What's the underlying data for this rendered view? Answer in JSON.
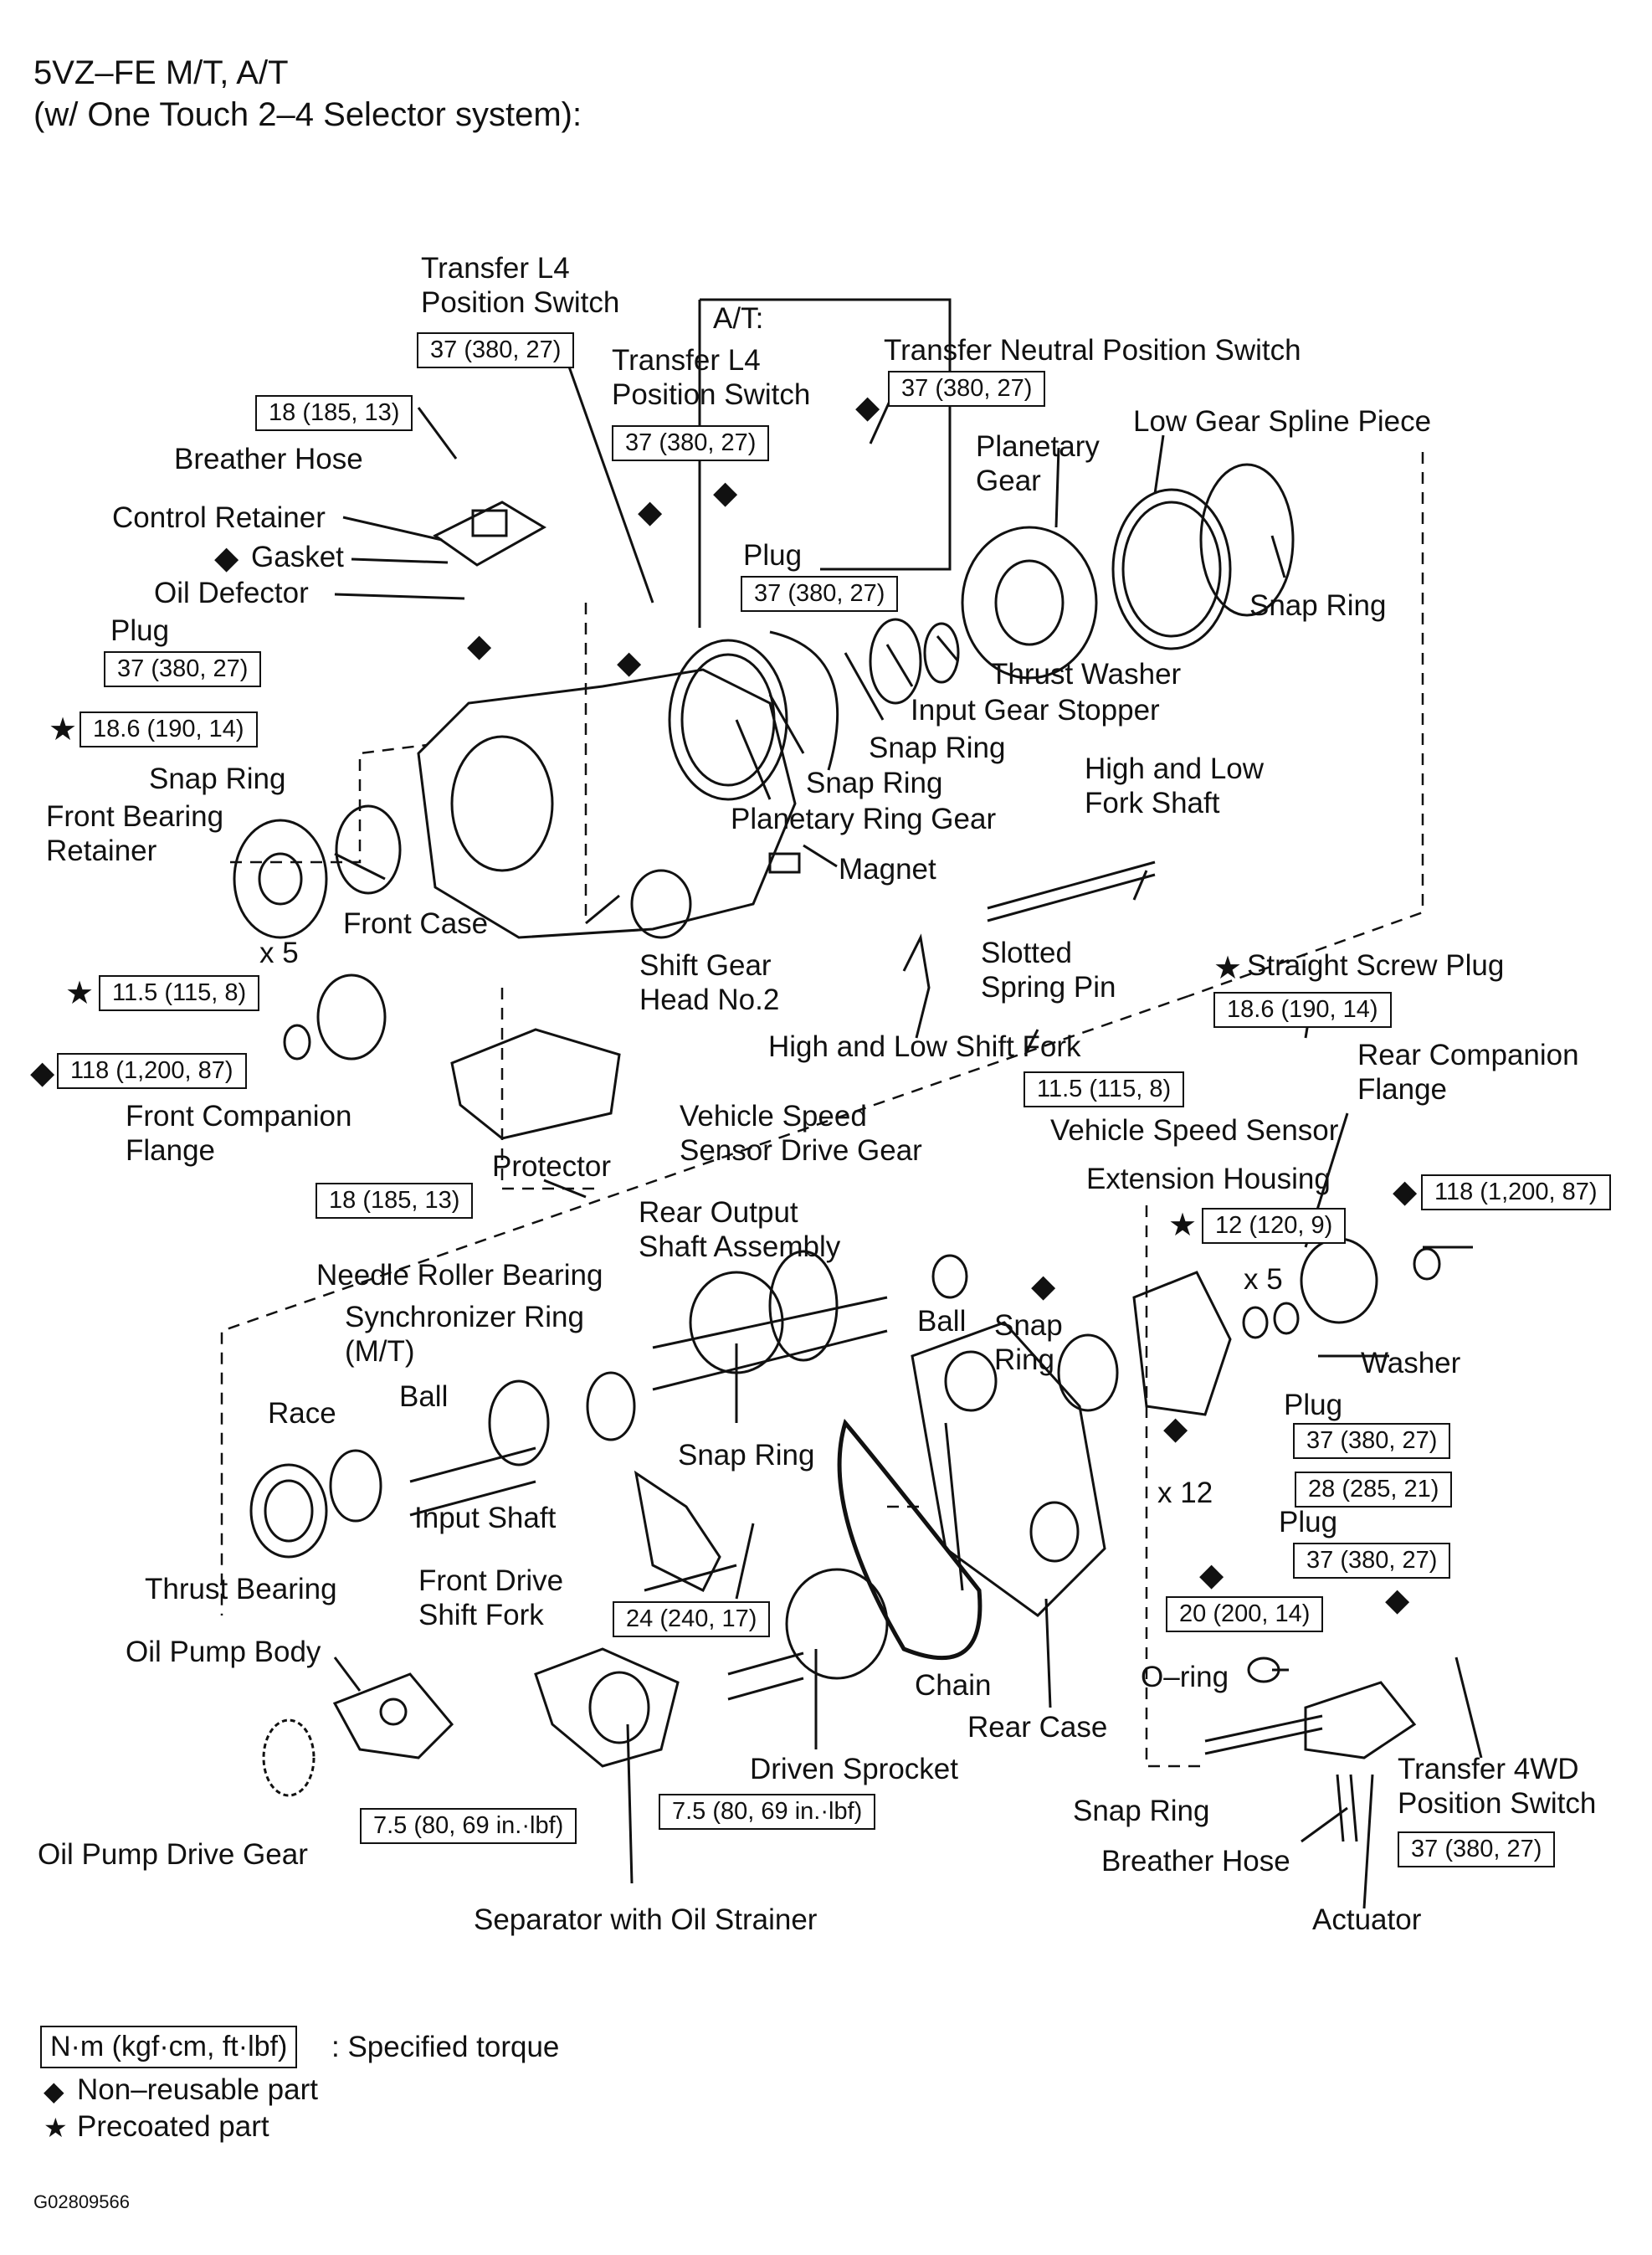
{
  "header": {
    "line1": "5VZ–FE M/T, A/T",
    "line2": "(w/ One Touch 2–4 Selector system):"
  },
  "at_group_title": "A/T:",
  "labels": {
    "transfer_l4_switch": "Transfer L4\nPosition Switch",
    "transfer_l4_switch_at": "Transfer L4\nPosition Switch",
    "transfer_neutral_switch": "Transfer Neutral Position Switch",
    "breather_hose_top": "Breather Hose",
    "control_retainer": "Control Retainer",
    "gasket": "Gasket",
    "oil_defector": "Oil Defector",
    "plug_left": "Plug",
    "plug_at": "Plug",
    "planetary_gear": "Planetary\nGear",
    "low_gear_spline_piece": "Low Gear Spline Piece",
    "snap_ring_top_right": "Snap Ring",
    "thrust_washer": "Thrust Washer",
    "input_gear_stopper": "Input Gear Stopper",
    "snap_ring_mid1": "Snap Ring",
    "snap_ring_mid2": "Snap Ring",
    "planetary_ring_gear": "Planetary Ring Gear",
    "snap_ring_left": "Snap Ring",
    "front_bearing_retainer": "Front Bearing\nRetainer",
    "front_case": "Front Case",
    "magnet": "Magnet",
    "high_low_fork_shaft": "High and Low\nFork Shaft",
    "shift_gear_head": "Shift Gear\nHead No.2",
    "slotted_spring_pin": "Slotted\nSpring Pin",
    "straight_screw_plug": "Straight Screw Plug",
    "high_low_shift_fork": "High and Low Shift Fork",
    "front_companion_flange": "Front Companion\nFlange",
    "protector": "Protector",
    "vehicle_speed_sensor_drive_gear": "Vehicle Speed\nSensor Drive Gear",
    "vehicle_speed_sensor": "Vehicle Speed Sensor",
    "rear_companion_flange": "Rear Companion\nFlange",
    "extension_housing": "Extension Housing",
    "rear_output_shaft": "Rear Output\nShaft Assembly",
    "needle_roller_bearing": "Needle Roller Bearing",
    "synchronizer_ring": "Synchronizer Ring\n(M/T)",
    "ball_left": "Ball",
    "ball_right": "Ball",
    "snap_ring_ext": "Snap\nRing",
    "washer": "Washer",
    "race": "Race",
    "plug_rear1": "Plug",
    "plug_rear2": "Plug",
    "input_shaft": "Input Shaft",
    "snap_ring_center": "Snap Ring",
    "thrust_bearing": "Thrust Bearing",
    "front_drive_shift_fork": "Front Drive\nShift Fork",
    "oil_pump_body": "Oil Pump Body",
    "chain": "Chain",
    "rear_case": "Rear Case",
    "o_ring": "O–ring",
    "transfer_4wd_switch": "Transfer 4WD\nPosition Switch",
    "driven_sprocket": "Driven Sprocket",
    "snap_ring_bottom": "Snap Ring",
    "breather_hose_bottom": "Breather Hose",
    "oil_pump_drive_gear": "Oil Pump Drive Gear",
    "separator": "Separator with Oil Strainer",
    "actuator": "Actuator",
    "x5_left": "x 5",
    "x5_right": "x 5",
    "x12": "x 12"
  },
  "torques": {
    "l4_switch": "37 (380, 27)",
    "neutral_switch": "37 (380, 27)",
    "control_retainer_bolts": "18 (185, 13)",
    "l4_switch_at": "37 (380, 27)",
    "plug_at": "37 (380, 27)",
    "plug_left": "37 (380, 27)",
    "plug_star": "18.6 (190, 14)",
    "front_bearing_retainer": "11.5 (115, 8)",
    "straight_screw_plug": "18.6 (190, 14)",
    "front_companion_flange": "118 (1,200, 87)",
    "protector": "18 (185, 13)",
    "speed_sensor": "11.5 (115, 8)",
    "rear_companion_flange": "118 (1,200, 87)",
    "extension_housing": "12 (120, 9)",
    "plug_rear1": "37 (380, 27)",
    "rear_case_bolts": "28 (285, 21)",
    "plug_rear2": "37 (380, 27)",
    "actuator_bolts": "20 (200, 14)",
    "shift_fork": "24 (240, 17)",
    "oil_pump": "7.5 (80, 69 in.·lbf)",
    "separator": "7.5 (80, 69 in.·lbf)",
    "transfer_4wd_switch": "37 (380, 27)"
  },
  "legend": {
    "torque_box": "N·m (kgf·cm, ft·lbf)",
    "torque_text": ": Specified torque",
    "non_reusable": "Non–reusable part",
    "precoated": "Precoated part"
  },
  "figure_code": "G02809566"
}
